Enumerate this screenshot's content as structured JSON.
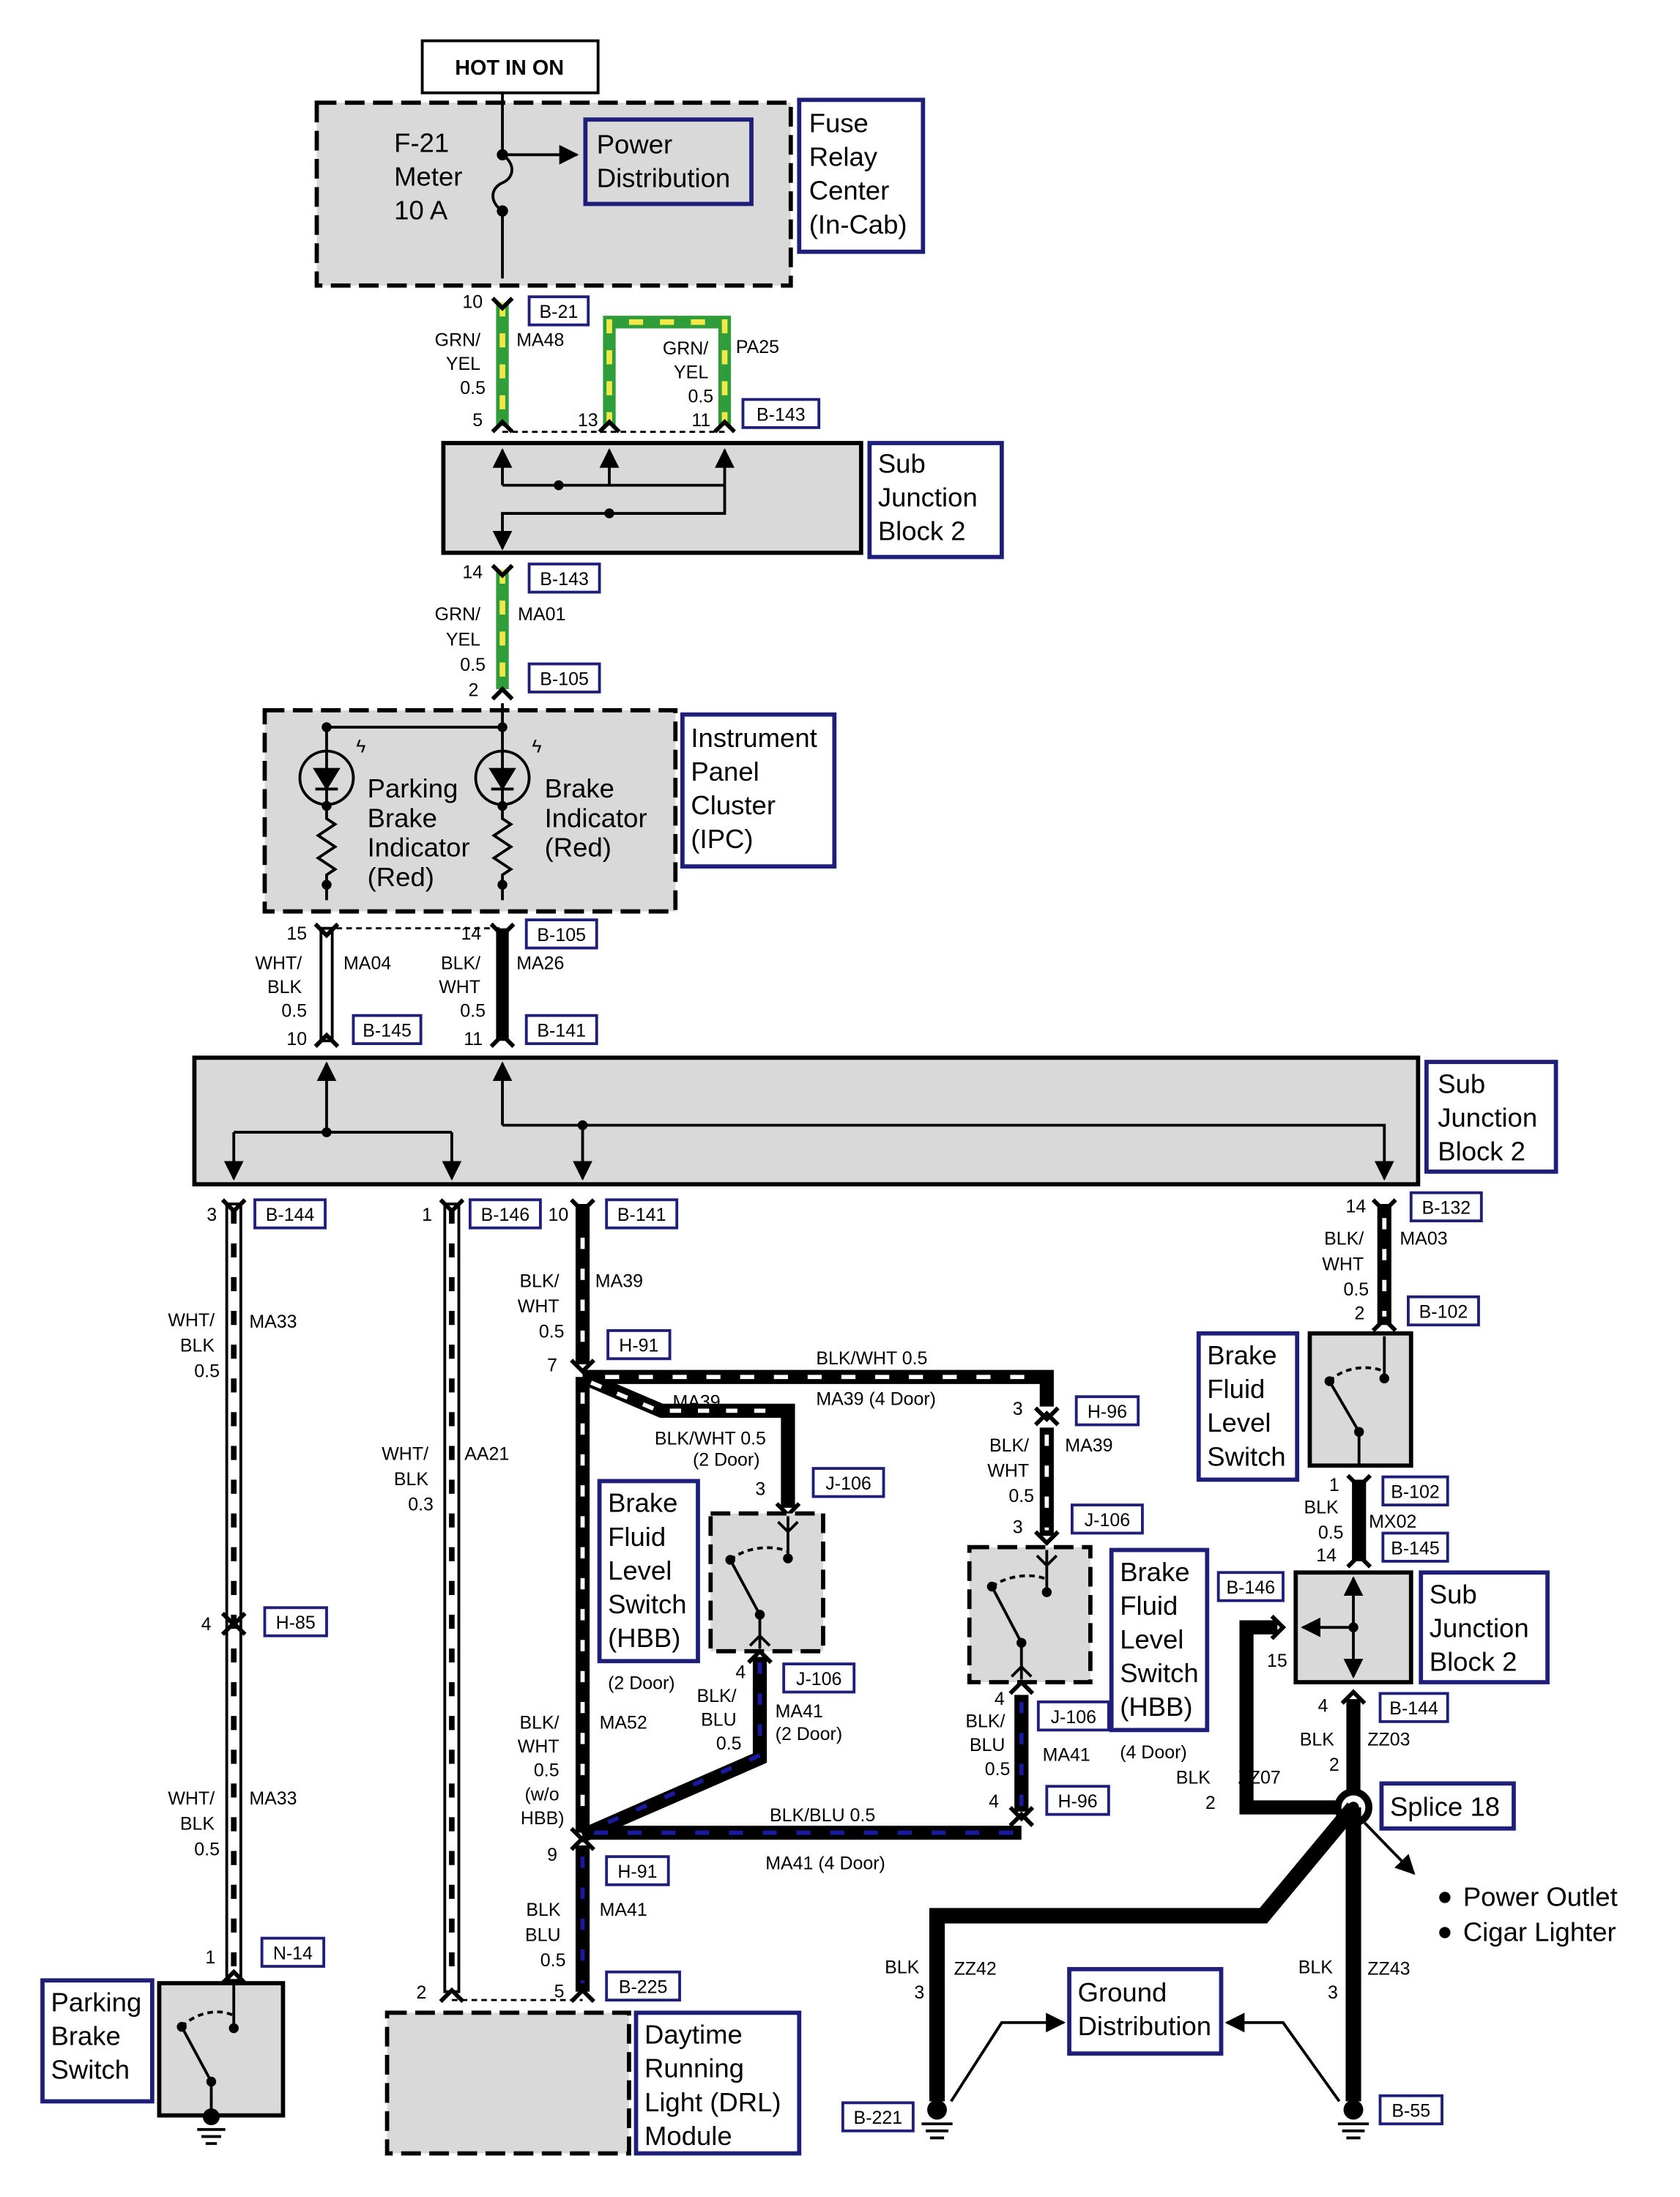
{
  "title_tag": "HOT IN ON",
  "fuse": {
    "line1": "F-21",
    "line2": "Meter",
    "line3": "10 A"
  },
  "components": {
    "fuse_relay_center": [
      "Fuse",
      "Relay",
      "Center",
      "(In-Cab)"
    ],
    "power_distribution": [
      "Power",
      "Distribution"
    ],
    "sub_junction_block_a": [
      "Sub",
      "Junction",
      "Block 2"
    ],
    "ipc": [
      "Instrument",
      "Panel",
      "Cluster",
      "(IPC)"
    ],
    "parking_brake_indicator": [
      "Parking",
      "Brake",
      "Indicator",
      "(Red)"
    ],
    "brake_indicator": [
      "Brake",
      "Indicator",
      "(Red)"
    ],
    "sub_junction_block_b": [
      "Sub",
      "Junction",
      "Block 2"
    ],
    "brake_fluid_level_switch": [
      "Brake",
      "Fluid",
      "Level",
      "Switch"
    ],
    "sub_junction_block_c": [
      "Sub",
      "Junction",
      "Block 2"
    ],
    "bfls_hbb_2door": [
      "Brake",
      "Fluid",
      "Level",
      "Switch",
      "(HBB)"
    ],
    "bfls_hbb_2door_note": "(2 Door)",
    "bfls_hbb_4door": [
      "Brake",
      "Fluid",
      "Level",
      "Switch",
      "(HBB)"
    ],
    "bfls_hbb_4door_note": "(4 Door)",
    "splice": "Splice 18",
    "splice_outputs": [
      "Power Outlet",
      "Cigar Lighter"
    ],
    "ground_distribution": [
      "Ground",
      "Distribution"
    ],
    "parking_brake_switch": [
      "Parking",
      "Brake",
      "Switch"
    ],
    "drl_module": [
      "Daytime",
      "Running",
      "Light (DRL)",
      "Module"
    ]
  },
  "connectors": {
    "b21": "B-21",
    "b143_top": "B-143",
    "b143_mid": "B-143",
    "b105_top": "B-105",
    "b105_mid": "B-105",
    "b145_left": "B-145",
    "b141_top": "B-141",
    "b144_left": "B-144",
    "b146_left": "B-146",
    "b141_mid": "B-141",
    "b132": "B-132",
    "b102_top": "B-102",
    "b102_mid": "B-102",
    "b145_right": "B-145",
    "b146_right": "B-146",
    "b144_right": "B-144",
    "h91_top": "H-91",
    "h96_top": "H-96",
    "j106_a": "J-106",
    "j106_b": "J-106",
    "j106_c": "J-106",
    "j106_d": "J-106",
    "h96_bot": "H-96",
    "h91_bot": "H-91",
    "h85": "H-85",
    "n14": "N-14",
    "b225": "B-225",
    "b221": "B-221",
    "b55": "B-55"
  },
  "wires": {
    "w_ma48": [
      "GRN/",
      "YEL",
      "0.5"
    ],
    "c_ma48": "MA48",
    "pin10": "10",
    "pin5": "5",
    "w_pa25": [
      "GRN/",
      "YEL",
      "0.5"
    ],
    "c_pa25": "PA25",
    "pin13": "13",
    "pin11": "11",
    "pin14_top": "14",
    "w_ma01": [
      "GRN/",
      "YEL",
      "0.5"
    ],
    "c_ma01": "MA01",
    "pin2_top": "2",
    "pin15_ipc": "15",
    "w_ma04": [
      "WHT/",
      "BLK",
      "0.5"
    ],
    "c_ma04": "MA04",
    "pin10_ipc": "10",
    "pin14_ipc": "14",
    "w_ma26": [
      "BLK/",
      "WHT",
      "0.5"
    ],
    "c_ma26": "MA26",
    "pin11_ipc": "11",
    "pin3_left": "3",
    "w_ma33_a": [
      "WHT/",
      "BLK",
      "0.5"
    ],
    "c_ma33_a": "MA33",
    "pin4_h85": "4",
    "w_ma33_b": [
      "WHT/",
      "BLK",
      "0.5"
    ],
    "c_ma33_b": "MA33",
    "pin1_n14": "1",
    "pin1_b146": "1",
    "w_aa21": [
      "WHT/",
      "BLK",
      "0.3"
    ],
    "c_aa21": "AA21",
    "pin2_drl": "2",
    "pin10_b141": "10",
    "w_ma39": [
      "BLK/",
      "WHT",
      "0.5"
    ],
    "c_ma39": "MA39",
    "pin7_h91": "7",
    "w_top_4door": "BLK/WHT 0.5",
    "c_ma39_4door": "MA39 (4 Door)",
    "c_ma39_2door": "MA39",
    "w_ma39_2door": [
      "BLK/WHT 0.5",
      "(2 Door)"
    ],
    "pin3_j106a": "3",
    "pin3_h96": "3",
    "w_ma39_h96": [
      "BLK/",
      "WHT",
      "0.5"
    ],
    "c_ma39_h96": "MA39",
    "pin3_j106b": "3",
    "pin4_j106c": "4",
    "w_ma41_2door": [
      "BLK/",
      "BLU",
      "0.5"
    ],
    "c_ma41_2door": [
      "MA41",
      "(2 Door)"
    ],
    "pin4_j106d": "4",
    "w_ma41_4door_v": [
      "BLK/",
      "BLU",
      "0.5"
    ],
    "c_ma41_4door_v": "MA41",
    "pin4_h96": "4",
    "w_ma52": [
      "BLK/",
      "WHT",
      "0.5",
      "(w/o",
      "HBB)"
    ],
    "c_ma52": "MA52",
    "pin9_h91": "9",
    "w_bottom_4door": "BLK/BLU 0.5",
    "c_ma41_4door": "MA41 (4 Door)",
    "w_ma41_drl": [
      "BLK",
      "BLU",
      "0.5"
    ],
    "c_ma41_drl": "MA41",
    "pin5_b225": "5",
    "pin14_b132": "14",
    "w_ma03": [
      "BLK/",
      "WHT",
      "0.5"
    ],
    "c_ma03": "MA03",
    "pin2_b102": "2",
    "pin1_b102": "1",
    "w_mx02": [
      "BLK",
      "0.5"
    ],
    "c_mx02": "MX02",
    "pin14_b145": "14",
    "pin15_sjb": "15",
    "pin4_b144": "4",
    "w_zz03": [
      "BLK",
      "2"
    ],
    "c_zz03": "ZZ03",
    "w_zz07": [
      "BLK",
      "2"
    ],
    "c_zz07": "ZZ07",
    "w_zz42": [
      "BLK",
      "3"
    ],
    "c_zz42": "ZZ42",
    "w_zz43": [
      "BLK",
      "3"
    ],
    "c_zz43": "ZZ43"
  },
  "colors": {
    "navy": "#1f1f7a",
    "green": "#2f9e3a",
    "yellow": "#f2e84a",
    "blue_stripe": "#1a1aa0",
    "block_fill": "#d9d9d9"
  }
}
